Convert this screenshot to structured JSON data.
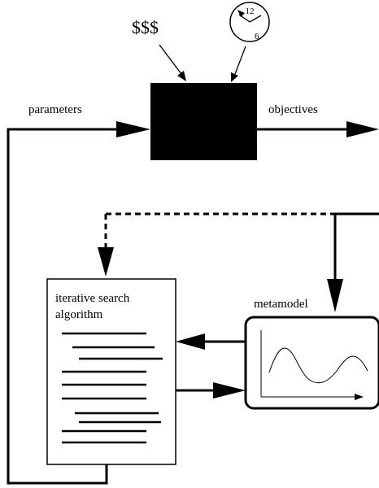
{
  "labels": {
    "cost": "$$$",
    "parameters": "parameters",
    "objectives": "objectives",
    "metamodel": "metamodel",
    "algorithm_line1": "iterative search",
    "algorithm_line2": "algorithm"
  },
  "clock": {
    "top_numeral": "12",
    "bottom_numeral": "6"
  },
  "colors": {
    "ink": "#000000",
    "background": "#ffffff"
  }
}
